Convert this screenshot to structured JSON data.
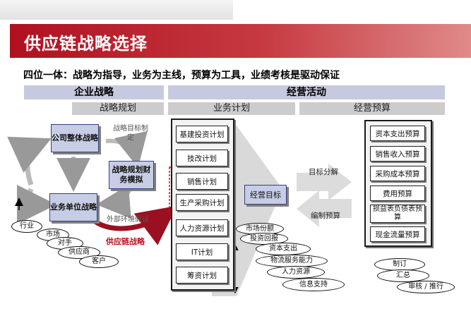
{
  "title": "供应链战略选择",
  "subtitle": "四位一体：战略为指导，业务为主线，预算为工具，业绩考核是驱动保证",
  "enterprise_strategy": {
    "header": "企业战略",
    "sub": "战略规划",
    "corporate_box": "公司整体战略",
    "bu_box": "业务单位战略",
    "planning_box": "战略规划财务模拟",
    "goal_label": "战略目标制定",
    "env_label": "外部环境假设",
    "supply_chain_label": "供应链战略",
    "ovals": [
      "行业",
      "市场",
      "对手",
      "供应商",
      "客户"
    ]
  },
  "operations": {
    "header": "经营活动",
    "business_sub": "业务计划",
    "budget_sub": "经营预算",
    "plans": [
      "基建投资计划",
      "技改计划",
      "销售计划",
      "生产采购计划",
      "人力资源计划",
      "IT计划",
      "筹资计划"
    ],
    "target_box": "经营目标",
    "goal_decompose": "目标分解",
    "prepare_budget": "编制预算",
    "budgets": [
      "资本支出预算",
      "销售收入预算",
      "采购成本预算",
      "费用预算",
      "损益表负债表预算",
      "现金流量预算"
    ],
    "ops_ovals": [
      "市场份额",
      "投资回报",
      "资本支出",
      "物流服务能力",
      "人力资源",
      "信息支持"
    ],
    "budget_ovals": [
      "制订",
      "汇总",
      "审核 / 推行"
    ]
  },
  "colors": {
    "accent": "#b01020",
    "header_bg": "#c7c9e0",
    "box_bg": "#c7cde4"
  }
}
